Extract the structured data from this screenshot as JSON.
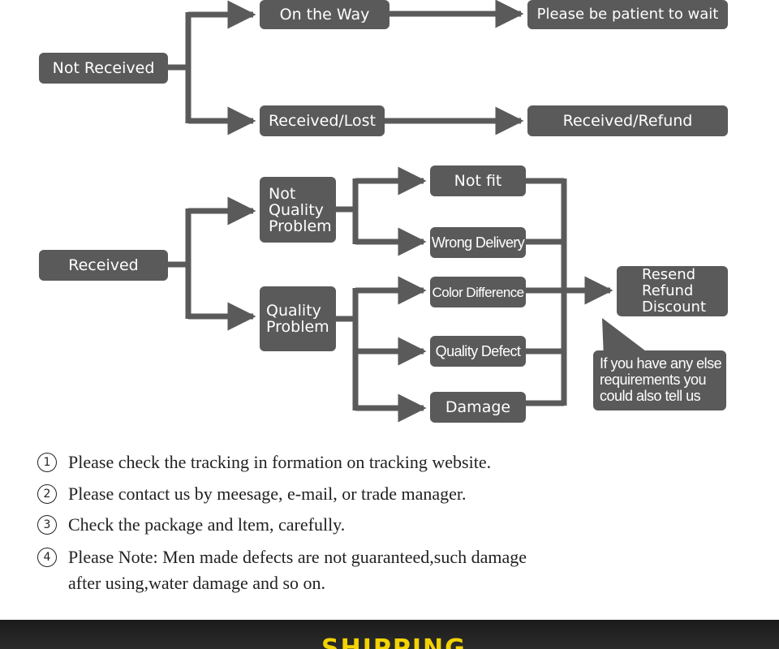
{
  "flowchart": {
    "not_received": "Not Received",
    "on_the_way": "On the Way",
    "please_wait": "Please be patient to wait",
    "received_lost": "Received/Lost",
    "received_refund": "Received/Refund",
    "received": "Received",
    "not_quality_problem": "Not\nQuality\nProblem",
    "quality_problem": "Quality\nProblem",
    "not_fit": "Not fit",
    "wrong_delivery": "Wrong Delivery",
    "color_difference": "Color Difference",
    "quality_defect": "Quality Defect",
    "damage": "Damage",
    "resolution": "Resend\nRefund\nDiscount",
    "callout": "If you have any else\nrequirements you\ncould also tell us",
    "colors": {
      "box": "#5a5a5a",
      "text": "#ffffff",
      "connector": "#5a5a5a"
    }
  },
  "notes": [
    {
      "num": "1",
      "text": "Please check the tracking in formation on tracking website."
    },
    {
      "num": "2",
      "text": "Please contact us by meesage, e-mail, or trade manager."
    },
    {
      "num": "3",
      "text": "Check the package and ltem, carefully."
    },
    {
      "num": "4",
      "text": "Please Note: Men made defects  are not guaranteed,such damage",
      "continuation": "after using,water damage and so on."
    }
  ],
  "banner": {
    "title": "SHIPPING",
    "color": "#f2d200"
  }
}
